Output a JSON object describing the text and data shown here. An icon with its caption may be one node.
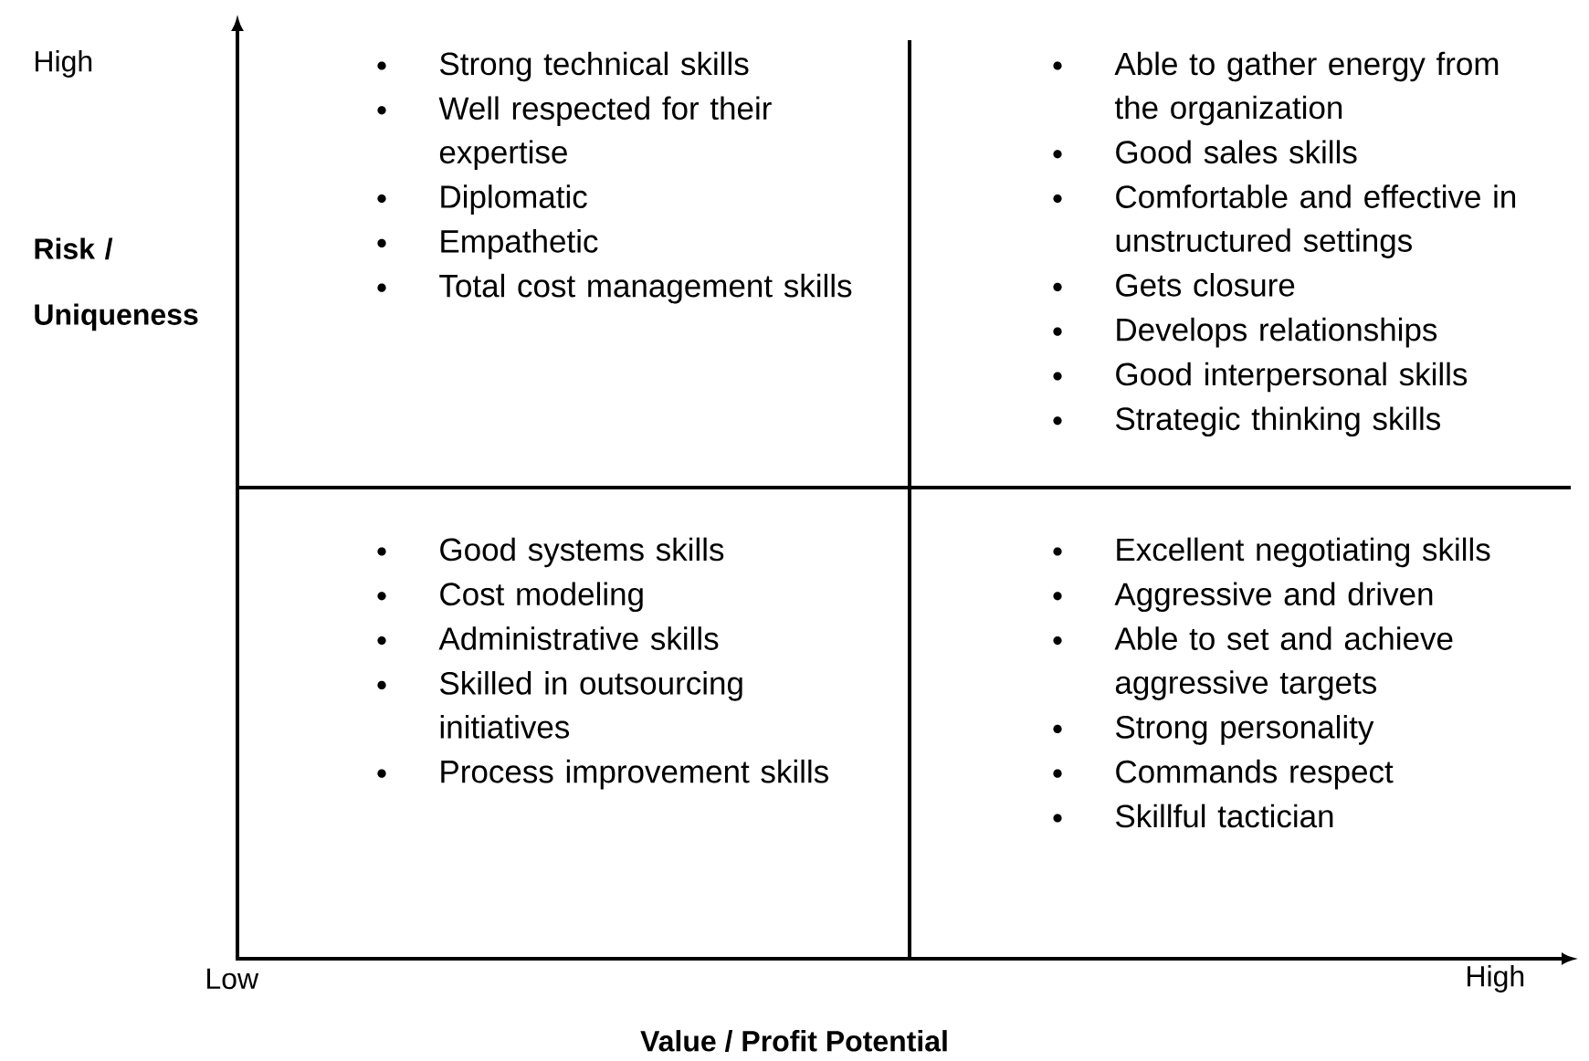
{
  "diagram": {
    "labels": [
      "High",
      "Risk / Uniqueness",
      "Strong technical skills",
      "Well respected for their expertise",
      "Diplomatic",
      "Empathetic",
      "Total cost management skills",
      "Able to gather energy from the organization",
      "Good sales skills",
      "Comfortable and effective in unstructured settings",
      "Gets closure",
      "Develops relationships",
      "Good interpersonal skills",
      "Strategic thinking skills",
      "Good systems skills",
      "Cost modeling",
      "Administrative skills",
      "Skilled in outsourcing initiatives",
      "Process improvement skills",
      "Excellent negotiating skills",
      "Aggressive and driven",
      "Able to set and achieve aggressive targets",
      "Strong personality",
      "Commands respect",
      "Skillful tactician",
      "Low",
      "High",
      "Value / Profit Potential"
    ]
  }
}
